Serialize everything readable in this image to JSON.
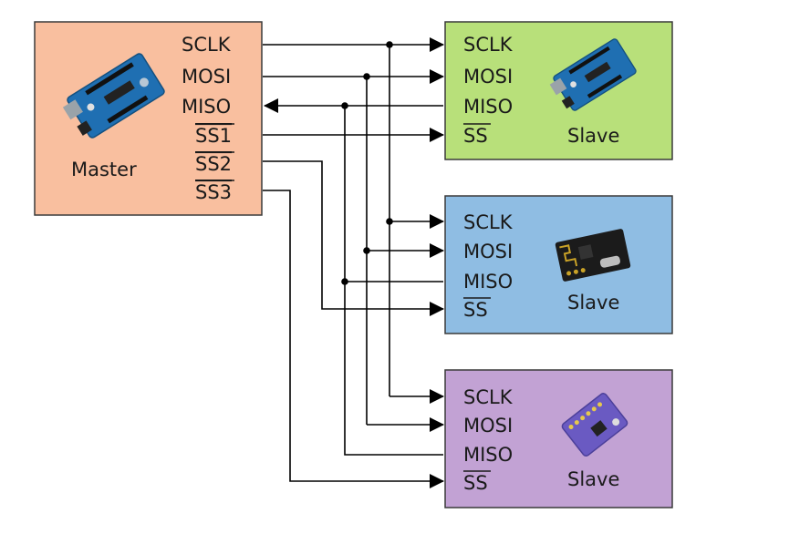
{
  "colors": {
    "master_fill": "#f9bf9f",
    "slave1_fill": "#b8e07a",
    "slave2_fill": "#8fbde3",
    "slave3_fill": "#c2a2d4",
    "wire": "#000000",
    "board_blue": "#1f6fb2",
    "radio_black": "#1b1b1b",
    "sensor_purple": "#6a5ac2"
  },
  "master": {
    "title": "Master",
    "pins": [
      "SCLK",
      "MOSI",
      "MISO",
      "SS1",
      "SS2",
      "SS3"
    ],
    "icon": "arduino-board-icon"
  },
  "slaves": [
    {
      "title": "Slave",
      "pins": [
        "SCLK",
        "MOSI",
        "MISO",
        "SS"
      ],
      "icon": "arduino-board-icon"
    },
    {
      "title": "Slave",
      "pins": [
        "SCLK",
        "MOSI",
        "MISO",
        "SS"
      ],
      "icon": "radio-module-icon"
    },
    {
      "title": "Slave",
      "pins": [
        "SCLK",
        "MOSI",
        "MISO",
        "SS"
      ],
      "icon": "sensor-module-icon"
    }
  ]
}
